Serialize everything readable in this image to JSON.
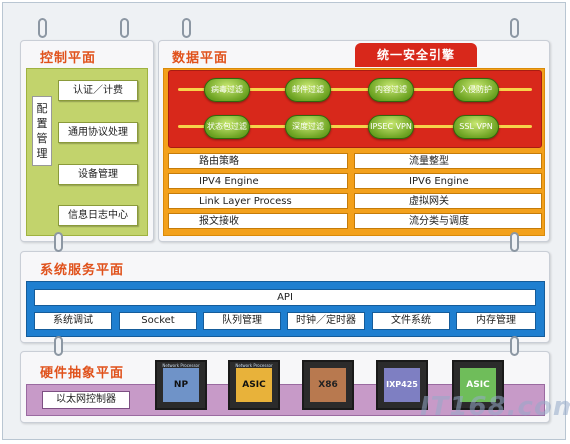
{
  "control_plane": {
    "title": "控制平面",
    "config_mgmt_label": "配置管理",
    "items": [
      "认证／计费",
      "通用协议处理",
      "设备管理",
      "信息日志中心"
    ]
  },
  "data_plane": {
    "title": "数据平面",
    "engine": {
      "title": "统一安全引擎",
      "row1": [
        "病毒过滤",
        "邮件过滤",
        "内容过滤",
        "入侵防护"
      ],
      "row2": [
        "状态包过滤",
        "深度过滤",
        "IPSEC VPN",
        "SSL VPN"
      ]
    },
    "left_boxes": [
      "路由策略",
      "IPV4 Engine",
      "Link Layer Process",
      "报文接收"
    ],
    "right_boxes": [
      "流量整型",
      "IPV6 Engine",
      "虚拟网关",
      "流分类与调度"
    ]
  },
  "system_service_plane": {
    "title": "系统服务平面",
    "api_label": "API",
    "items": [
      "系统调试",
      "Socket",
      "队列管理",
      "时钟／定时器",
      "文件系统",
      "内存管理"
    ]
  },
  "hardware_plane": {
    "title": "硬件抽象平面",
    "ethernet_controller": "以太网控制器",
    "chips": [
      {
        "label": "NP",
        "brand": "Network Processor",
        "color": "#6f93c8"
      },
      {
        "label": "ASIC",
        "brand": "Network Processor",
        "color": "#e8b23a"
      },
      {
        "label": "X86",
        "brand": "",
        "color": "#b8794f"
      },
      {
        "label": "IXP425",
        "brand": "",
        "color": "#7e7fc2"
      },
      {
        "label": "ASIC",
        "brand": "",
        "color": "#6fbd5a"
      }
    ]
  },
  "watermark": "IT168.com"
}
